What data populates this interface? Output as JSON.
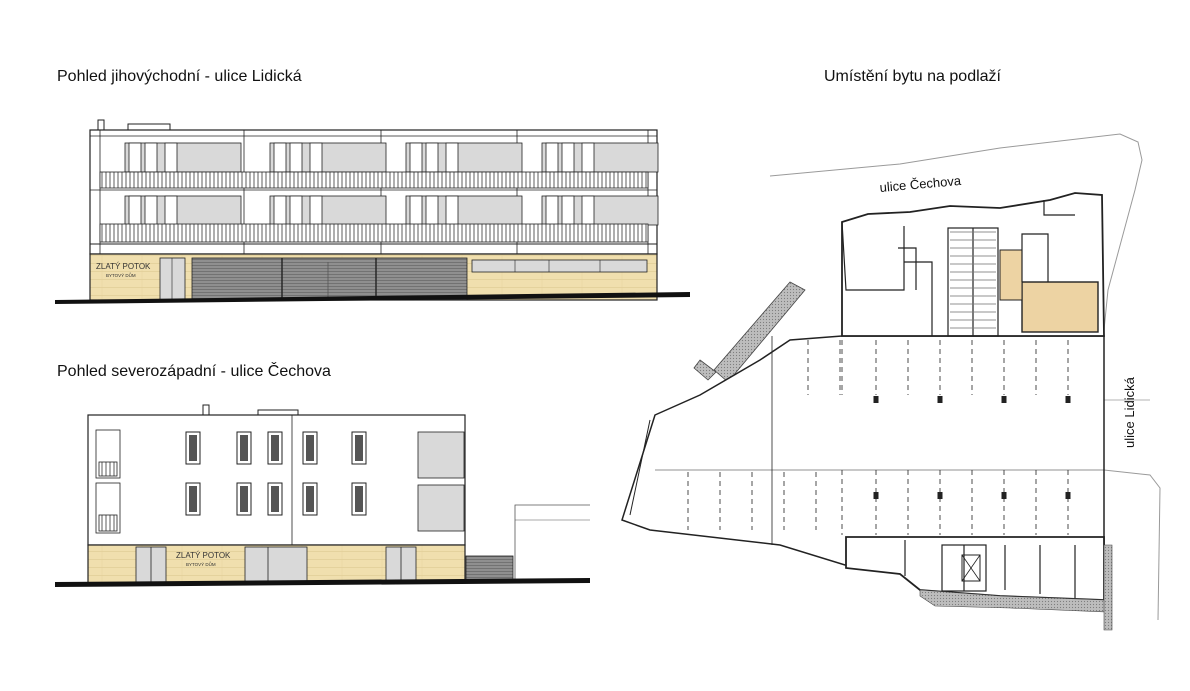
{
  "headings": {
    "south_east_view": "Pohled jihovýchodní - ulice Lidická",
    "north_west_view": "Pohled severozápadní - ulice Čechova",
    "floor_plan": "Umístění bytu na podlaží"
  },
  "building_sign": {
    "name": "ZLATÝ POTOK",
    "subtitle": "BYTOVÝ DŮM"
  },
  "streets": {
    "top": "ulice Čechova",
    "right": "ulice Lidická"
  },
  "colors": {
    "facade_tan": "#f0dfae",
    "apartment_highlight": "#edd3a3",
    "balcony_panel": "#b48f5c",
    "glass_gray": "#d9d9d9",
    "garage_gray": "#8a8a8a",
    "line": "#222222"
  }
}
